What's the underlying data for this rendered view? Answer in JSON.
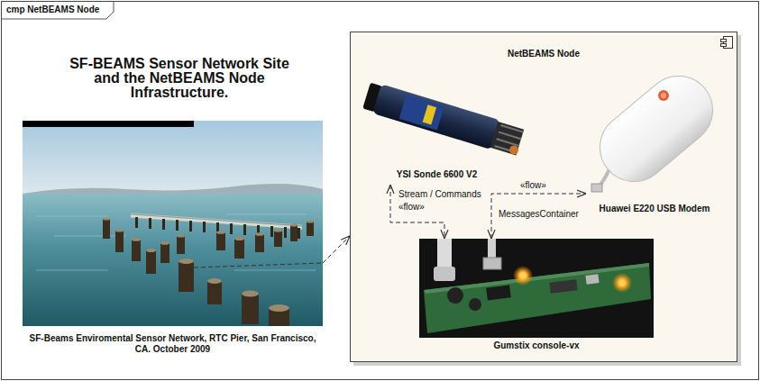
{
  "diagram": {
    "title": "SF-BEAMS Sensor Network Site and the NetBEAMS Node Infrastructure.",
    "nodes": [
      {
        "text": [
          "cmp NetBEAMS Node"
        ]
      },
      {
        "text": [
          "SF-Beams Enviromental Sensor Network, RTC Pier, San Francisco, CA. October 2009"
        ],
        "in": 0
      },
      {
        "text": [
          "NetBEAMS Node"
        ],
        "in": 0
      },
      {
        "text": [
          "YSI Sonde 6600 V2"
        ],
        "in": 2
      },
      {
        "text": [
          "Huawei E220 USB Modem"
        ],
        "in": 2
      },
      {
        "text": [
          "Gumstix console-vx"
        ],
        "in": 2
      }
    ],
    "edges": [
      {
        "from": 1,
        "to": 2,
        "arrow": "to"
      },
      {
        "from": 3,
        "to": 5,
        "label": "Stream / Commands",
        "arrow": "both"
      },
      {
        "from": 5,
        "to": 4,
        "label": "MessagesContainer",
        "arrow": "both"
      }
    ],
    "labels": [
      "«flow»",
      "«flow»"
    ]
  }
}
